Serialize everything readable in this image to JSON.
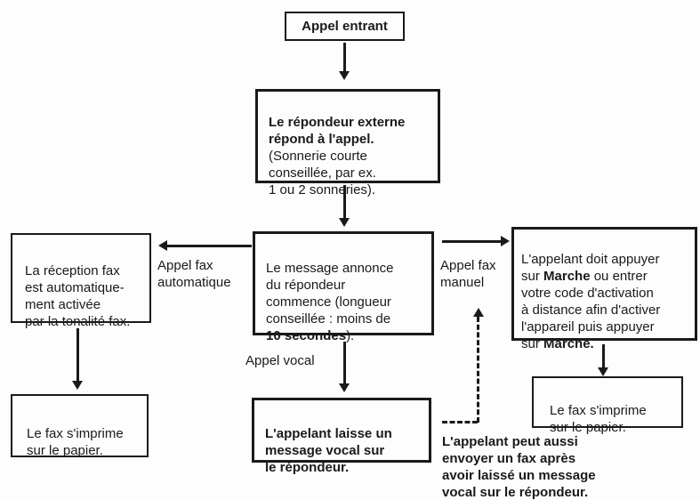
{
  "diagram": {
    "type": "flowchart",
    "language": "fr",
    "topic": "Réception de fax avec répondeur externe",
    "ink_color": "#1a1a1a",
    "background_color": "#fdfdfd"
  },
  "nodes": {
    "appel_entrant": {
      "text": "Appel entrant"
    },
    "repondeur_externe": {
      "bold": "Le répondeur externe\nrépond à l'appel.",
      "normal": "(Sonnerie courte\nconseillée, par ex.\n1 ou 2 sonneries)."
    },
    "message_annonce": {
      "normal_1": "Le message annonce\ndu répondeur\ncommence (longueur\nconseillée : moins de\n",
      "bold": "10 secondes",
      "normal_2": ")."
    },
    "reception_fax": {
      "text": "La réception fax\nest automatique-\nment activée\npar la tonalité fax."
    },
    "appelant_marche": {
      "normal_1": "L'appelant doit appuyer\nsur ",
      "bold_1": "Marche",
      "normal_2": " ou entrer\nvotre code d'activation\nà distance afin d'activer\nl'appareil puis appuyer\nsur ",
      "bold_2": "Marche."
    },
    "fax_imprime_gauche": {
      "text": "Le fax s'imprime\nsur le papier."
    },
    "message_vocal": {
      "text": "L'appelant laisse un\nmessage vocal sur\nle répondeur."
    },
    "fax_imprime_droite": {
      "text": "Le fax s'imprime\nsur le papier."
    }
  },
  "labels": {
    "appel_fax_automatique": "Appel fax\nautomatique",
    "appel_fax_manuel": "Appel fax\nmanuel",
    "appel_vocal": "Appel vocal",
    "note_fax_apres_message": "L'appelant peut aussi\nenvoyer un fax après\navoir laissé un message\nvocal sur le répondeur."
  }
}
